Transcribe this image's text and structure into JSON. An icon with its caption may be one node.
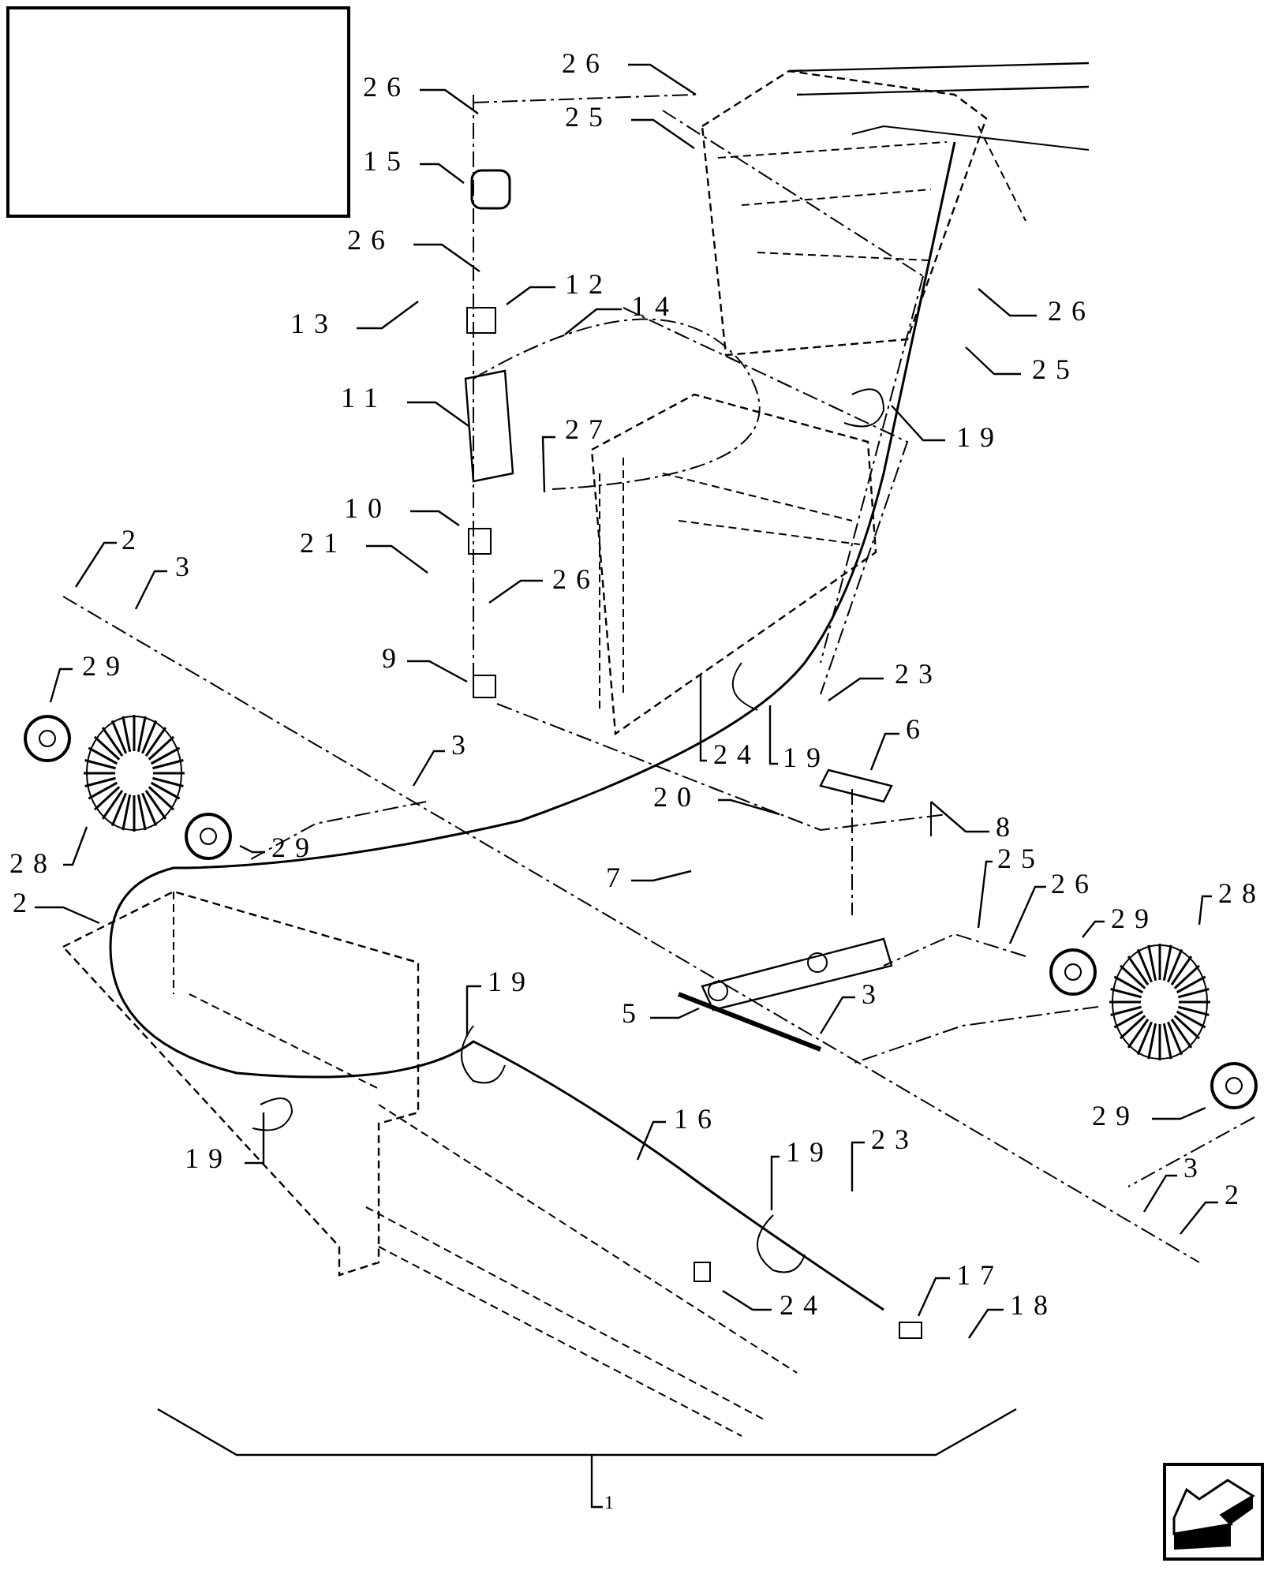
{
  "diagram": {
    "nodes": [
      {
        "text": [
          "26"
        ]
      },
      {
        "text": [
          "25"
        ]
      },
      {
        "text": [
          "26"
        ]
      },
      {
        "text": [
          "15"
        ]
      },
      {
        "text": [
          "26"
        ]
      },
      {
        "text": [
          "12"
        ]
      },
      {
        "text": [
          "13"
        ]
      },
      {
        "text": [
          "14"
        ]
      },
      {
        "text": [
          "11"
        ]
      },
      {
        "text": [
          "27"
        ]
      },
      {
        "text": [
          "10"
        ]
      },
      {
        "text": [
          "21"
        ]
      },
      {
        "text": [
          "26"
        ]
      },
      {
        "text": [
          "26"
        ]
      },
      {
        "text": [
          "25"
        ]
      },
      {
        "text": [
          "19"
        ]
      },
      {
        "text": [
          "2"
        ]
      },
      {
        "text": [
          "3"
        ]
      },
      {
        "text": [
          "29"
        ]
      },
      {
        "text": [
          "9"
        ]
      },
      {
        "text": [
          "23"
        ]
      },
      {
        "text": [
          "24"
        ]
      },
      {
        "text": [
          "19"
        ]
      },
      {
        "text": [
          "3"
        ]
      },
      {
        "text": [
          "6"
        ]
      },
      {
        "text": [
          "28"
        ]
      },
      {
        "text": [
          "29"
        ]
      },
      {
        "text": [
          "20"
        ]
      },
      {
        "text": [
          "8"
        ]
      },
      {
        "text": [
          "2"
        ]
      },
      {
        "text": [
          "7"
        ]
      },
      {
        "text": [
          "25"
        ]
      },
      {
        "text": [
          "26"
        ]
      },
      {
        "text": [
          "29"
        ]
      },
      {
        "text": [
          "28"
        ]
      },
      {
        "text": [
          "5"
        ]
      },
      {
        "text": [
          "3"
        ]
      },
      {
        "text": [
          "19"
        ]
      },
      {
        "text": [
          "29"
        ]
      },
      {
        "text": [
          "19"
        ]
      },
      {
        "text": [
          "16"
        ]
      },
      {
        "text": [
          "19"
        ]
      },
      {
        "text": [
          "23"
        ]
      },
      {
        "text": [
          "24"
        ]
      },
      {
        "text": [
          "17"
        ]
      },
      {
        "text": [
          "18"
        ]
      },
      {
        "text": [
          "3"
        ]
      },
      {
        "text": [
          "2"
        ]
      },
      {
        "text": [
          "1"
        ]
      },
      {
        "text": [],
        "shape": "bracket"
      }
    ],
    "edges": [
      {
        "from": 0,
        "to": null,
        "arrow": "none"
      },
      {
        "from": 1,
        "to": null,
        "arrow": "none"
      },
      {
        "from": 2,
        "to": null,
        "arrow": "none"
      },
      {
        "from": 3,
        "to": null,
        "arrow": "none"
      },
      {
        "from": 4,
        "to": null,
        "arrow": "none"
      },
      {
        "from": 5,
        "to": null,
        "arrow": "none"
      },
      {
        "from": 6,
        "to": null,
        "arrow": "none"
      },
      {
        "from": 7,
        "to": null,
        "arrow": "none"
      },
      {
        "from": 8,
        "to": null,
        "arrow": "none"
      },
      {
        "from": 9,
        "to": null,
        "arrow": "none"
      },
      {
        "from": 10,
        "to": null,
        "arrow": "none"
      },
      {
        "from": 11,
        "to": null,
        "arrow": "none"
      },
      {
        "from": 12,
        "to": null,
        "arrow": "none"
      },
      {
        "from": 13,
        "to": null,
        "arrow": "none"
      },
      {
        "from": 14,
        "to": null,
        "arrow": "none"
      },
      {
        "from": 15,
        "to": null,
        "arrow": "none"
      },
      {
        "from": 16,
        "to": null,
        "arrow": "none"
      },
      {
        "from": 17,
        "to": null,
        "arrow": "none"
      },
      {
        "from": 18,
        "to": null,
        "arrow": "none"
      },
      {
        "from": 19,
        "to": null,
        "arrow": "none"
      },
      {
        "from": 20,
        "to": null,
        "arrow": "none"
      },
      {
        "from": 21,
        "to": null,
        "arrow": "none"
      },
      {
        "from": 22,
        "to": null,
        "arrow": "none"
      },
      {
        "from": 23,
        "to": null,
        "arrow": "none"
      },
      {
        "from": 24,
        "to": null,
        "arrow": "none"
      },
      {
        "from": 25,
        "to": null,
        "arrow": "none"
      },
      {
        "from": 26,
        "to": null,
        "arrow": "none"
      },
      {
        "from": 27,
        "to": null,
        "arrow": "none"
      },
      {
        "from": 28,
        "to": null,
        "arrow": "none"
      },
      {
        "from": 29,
        "to": null,
        "arrow": "none"
      },
      {
        "from": 30,
        "to": null,
        "arrow": "none"
      },
      {
        "from": 31,
        "to": null,
        "arrow": "none"
      },
      {
        "from": 32,
        "to": null,
        "arrow": "none"
      },
      {
        "from": 33,
        "to": null,
        "arrow": "none"
      },
      {
        "from": 34,
        "to": null,
        "arrow": "none"
      },
      {
        "from": 35,
        "to": null,
        "arrow": "none"
      },
      {
        "from": 36,
        "to": null,
        "arrow": "none"
      },
      {
        "from": 37,
        "to": null,
        "arrow": "none"
      },
      {
        "from": 38,
        "to": null,
        "arrow": "none"
      },
      {
        "from": 39,
        "to": null,
        "arrow": "none"
      },
      {
        "from": 40,
        "to": null,
        "arrow": "none"
      },
      {
        "from": 41,
        "to": null,
        "arrow": "none"
      },
      {
        "from": 42,
        "to": null,
        "arrow": "none"
      },
      {
        "from": 43,
        "to": null,
        "arrow": "none"
      },
      {
        "from": 44,
        "to": null,
        "arrow": "none"
      },
      {
        "from": 45,
        "to": null,
        "arrow": "none"
      },
      {
        "from": 46,
        "to": null,
        "arrow": "none"
      },
      {
        "from": 47,
        "to": null,
        "arrow": "none"
      },
      {
        "from": 48,
        "to": 49,
        "arrow": "none"
      }
    ]
  }
}
